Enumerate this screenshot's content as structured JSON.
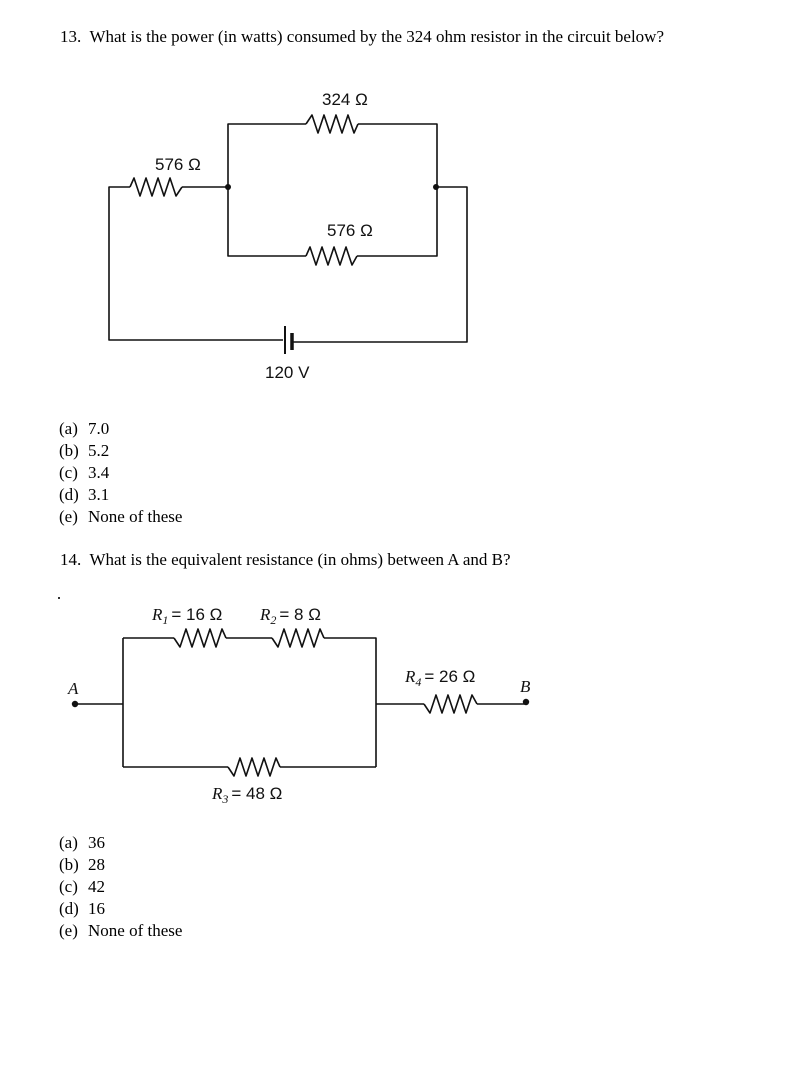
{
  "questions": [
    {
      "number": "13.",
      "text": "What is the power (in watts) consumed by the 324 ohm resistor in the circuit below?",
      "circuit": {
        "labels": {
          "r_top": "324 Ω",
          "r_left": "576 Ω",
          "r_bottom": "576 Ω",
          "battery": "120 V"
        }
      },
      "choices": [
        {
          "letter": "(a)",
          "text": "7.0"
        },
        {
          "letter": "(b)",
          "text": "5.2"
        },
        {
          "letter": "(c)",
          "text": "3.4"
        },
        {
          "letter": "(d)",
          "text": "3.1"
        },
        {
          "letter": "(e)",
          "text": "None of these"
        }
      ]
    },
    {
      "number": "14.",
      "text": "What is the equivalent resistance (in ohms) between A and B?",
      "circuit": {
        "labels": {
          "node_a": "A",
          "node_b": "B",
          "r1_symbol": "R",
          "r1_sub": "1",
          "r1_value": "= 16 Ω",
          "r2_symbol": "R",
          "r2_sub": "2",
          "r2_value": "= 8 Ω",
          "r3_symbol": "R",
          "r3_sub": "3",
          "r3_value": "= 48 Ω",
          "r4_symbol": "R",
          "r4_sub": "4",
          "r4_value": "= 26 Ω"
        }
      },
      "choices": [
        {
          "letter": "(a)",
          "text": "36"
        },
        {
          "letter": "(b)",
          "text": "28"
        },
        {
          "letter": "(c)",
          "text": "42"
        },
        {
          "letter": "(d)",
          "text": "16"
        },
        {
          "letter": "(e)",
          "text": "None of these"
        }
      ]
    }
  ]
}
